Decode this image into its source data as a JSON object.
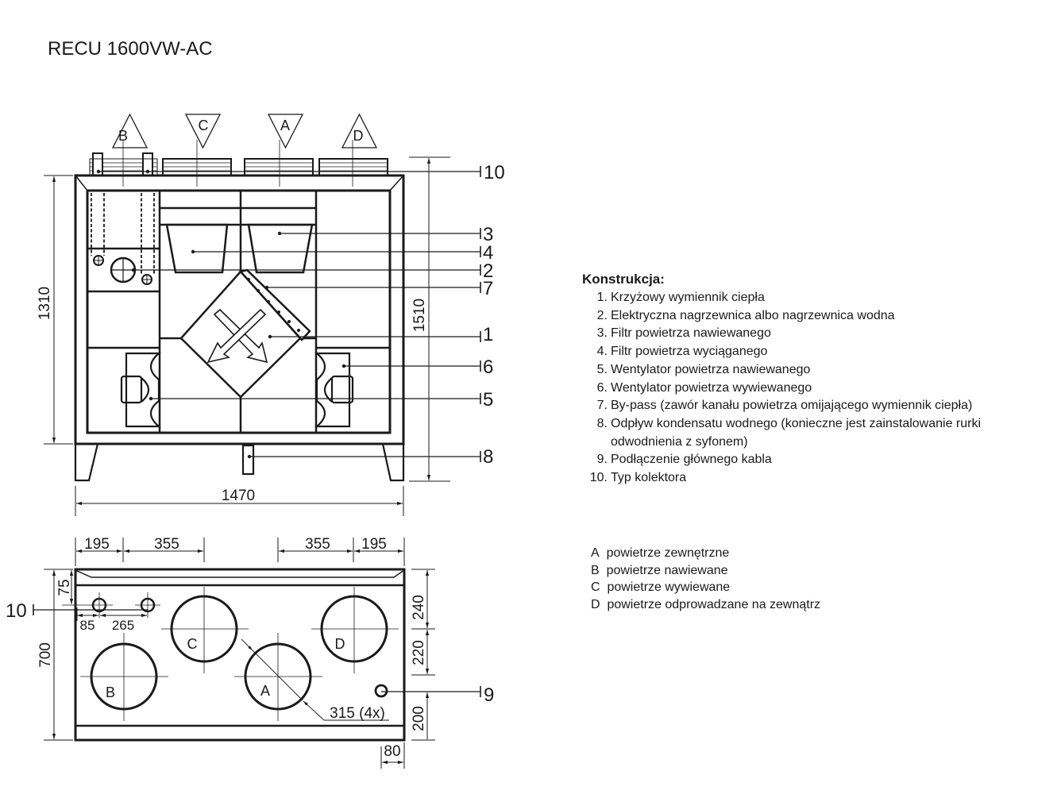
{
  "title": "RECU 1600VW-AC",
  "front_view": {
    "connection_labels": [
      "B",
      "C",
      "A",
      "D"
    ],
    "callouts": [
      "10",
      "3",
      "4",
      "2",
      "7",
      "1",
      "6",
      "5",
      "8"
    ],
    "dimensions": {
      "height_body": "1310",
      "height_total": "1510",
      "width": "1470"
    }
  },
  "top_view": {
    "circle_labels": [
      "C",
      "D",
      "B",
      "A"
    ],
    "dims_top": [
      "195",
      "355",
      "355",
      "195"
    ],
    "dim_75": "75",
    "dim_700": "700",
    "dim_85": "85",
    "dim_265": "265",
    "dims_right": [
      "240",
      "220",
      "200"
    ],
    "dim_80": "80",
    "diameter": "315 (4x)",
    "callouts": [
      "10",
      "9"
    ]
  },
  "legend": {
    "heading": "Konstrukcja:",
    "items": [
      {
        "n": "1.",
        "t": "Krzyżowy wymiennik ciepła"
      },
      {
        "n": "2.",
        "t": "Elektryczna nagrzewnica albo nagrzewnica wodna"
      },
      {
        "n": "3.",
        "t": "Filtr powietrza nawiewanego"
      },
      {
        "n": "4.",
        "t": "Filtr powietrza wyciąganego"
      },
      {
        "n": "5.",
        "t": "Wentylator powietrza nawiewanego"
      },
      {
        "n": "6.",
        "t": "Wentylator powietrza wywiewanego"
      },
      {
        "n": "7.",
        "t": "By-pass (zawór kanału powietrza omijającego wymiennik ciepła)"
      },
      {
        "n": "8.",
        "t": "Odpływ kondensatu wodnego (konieczne jest zainstalowanie rurki odwodnienia z syfonem)"
      },
      {
        "n": "9.",
        "t": "Podłączenie głównego kabla"
      },
      {
        "n": "10.",
        "t": "Typ kolektora"
      }
    ]
  },
  "air": [
    {
      "k": "A",
      "t": "powietrze zewnętrzne"
    },
    {
      "k": "B",
      "t": "powietrze nawiewane"
    },
    {
      "k": "C",
      "t": "powietrze wywiewane"
    },
    {
      "k": "D",
      "t": "powietrze odprowadzane na zewnątrz"
    }
  ]
}
